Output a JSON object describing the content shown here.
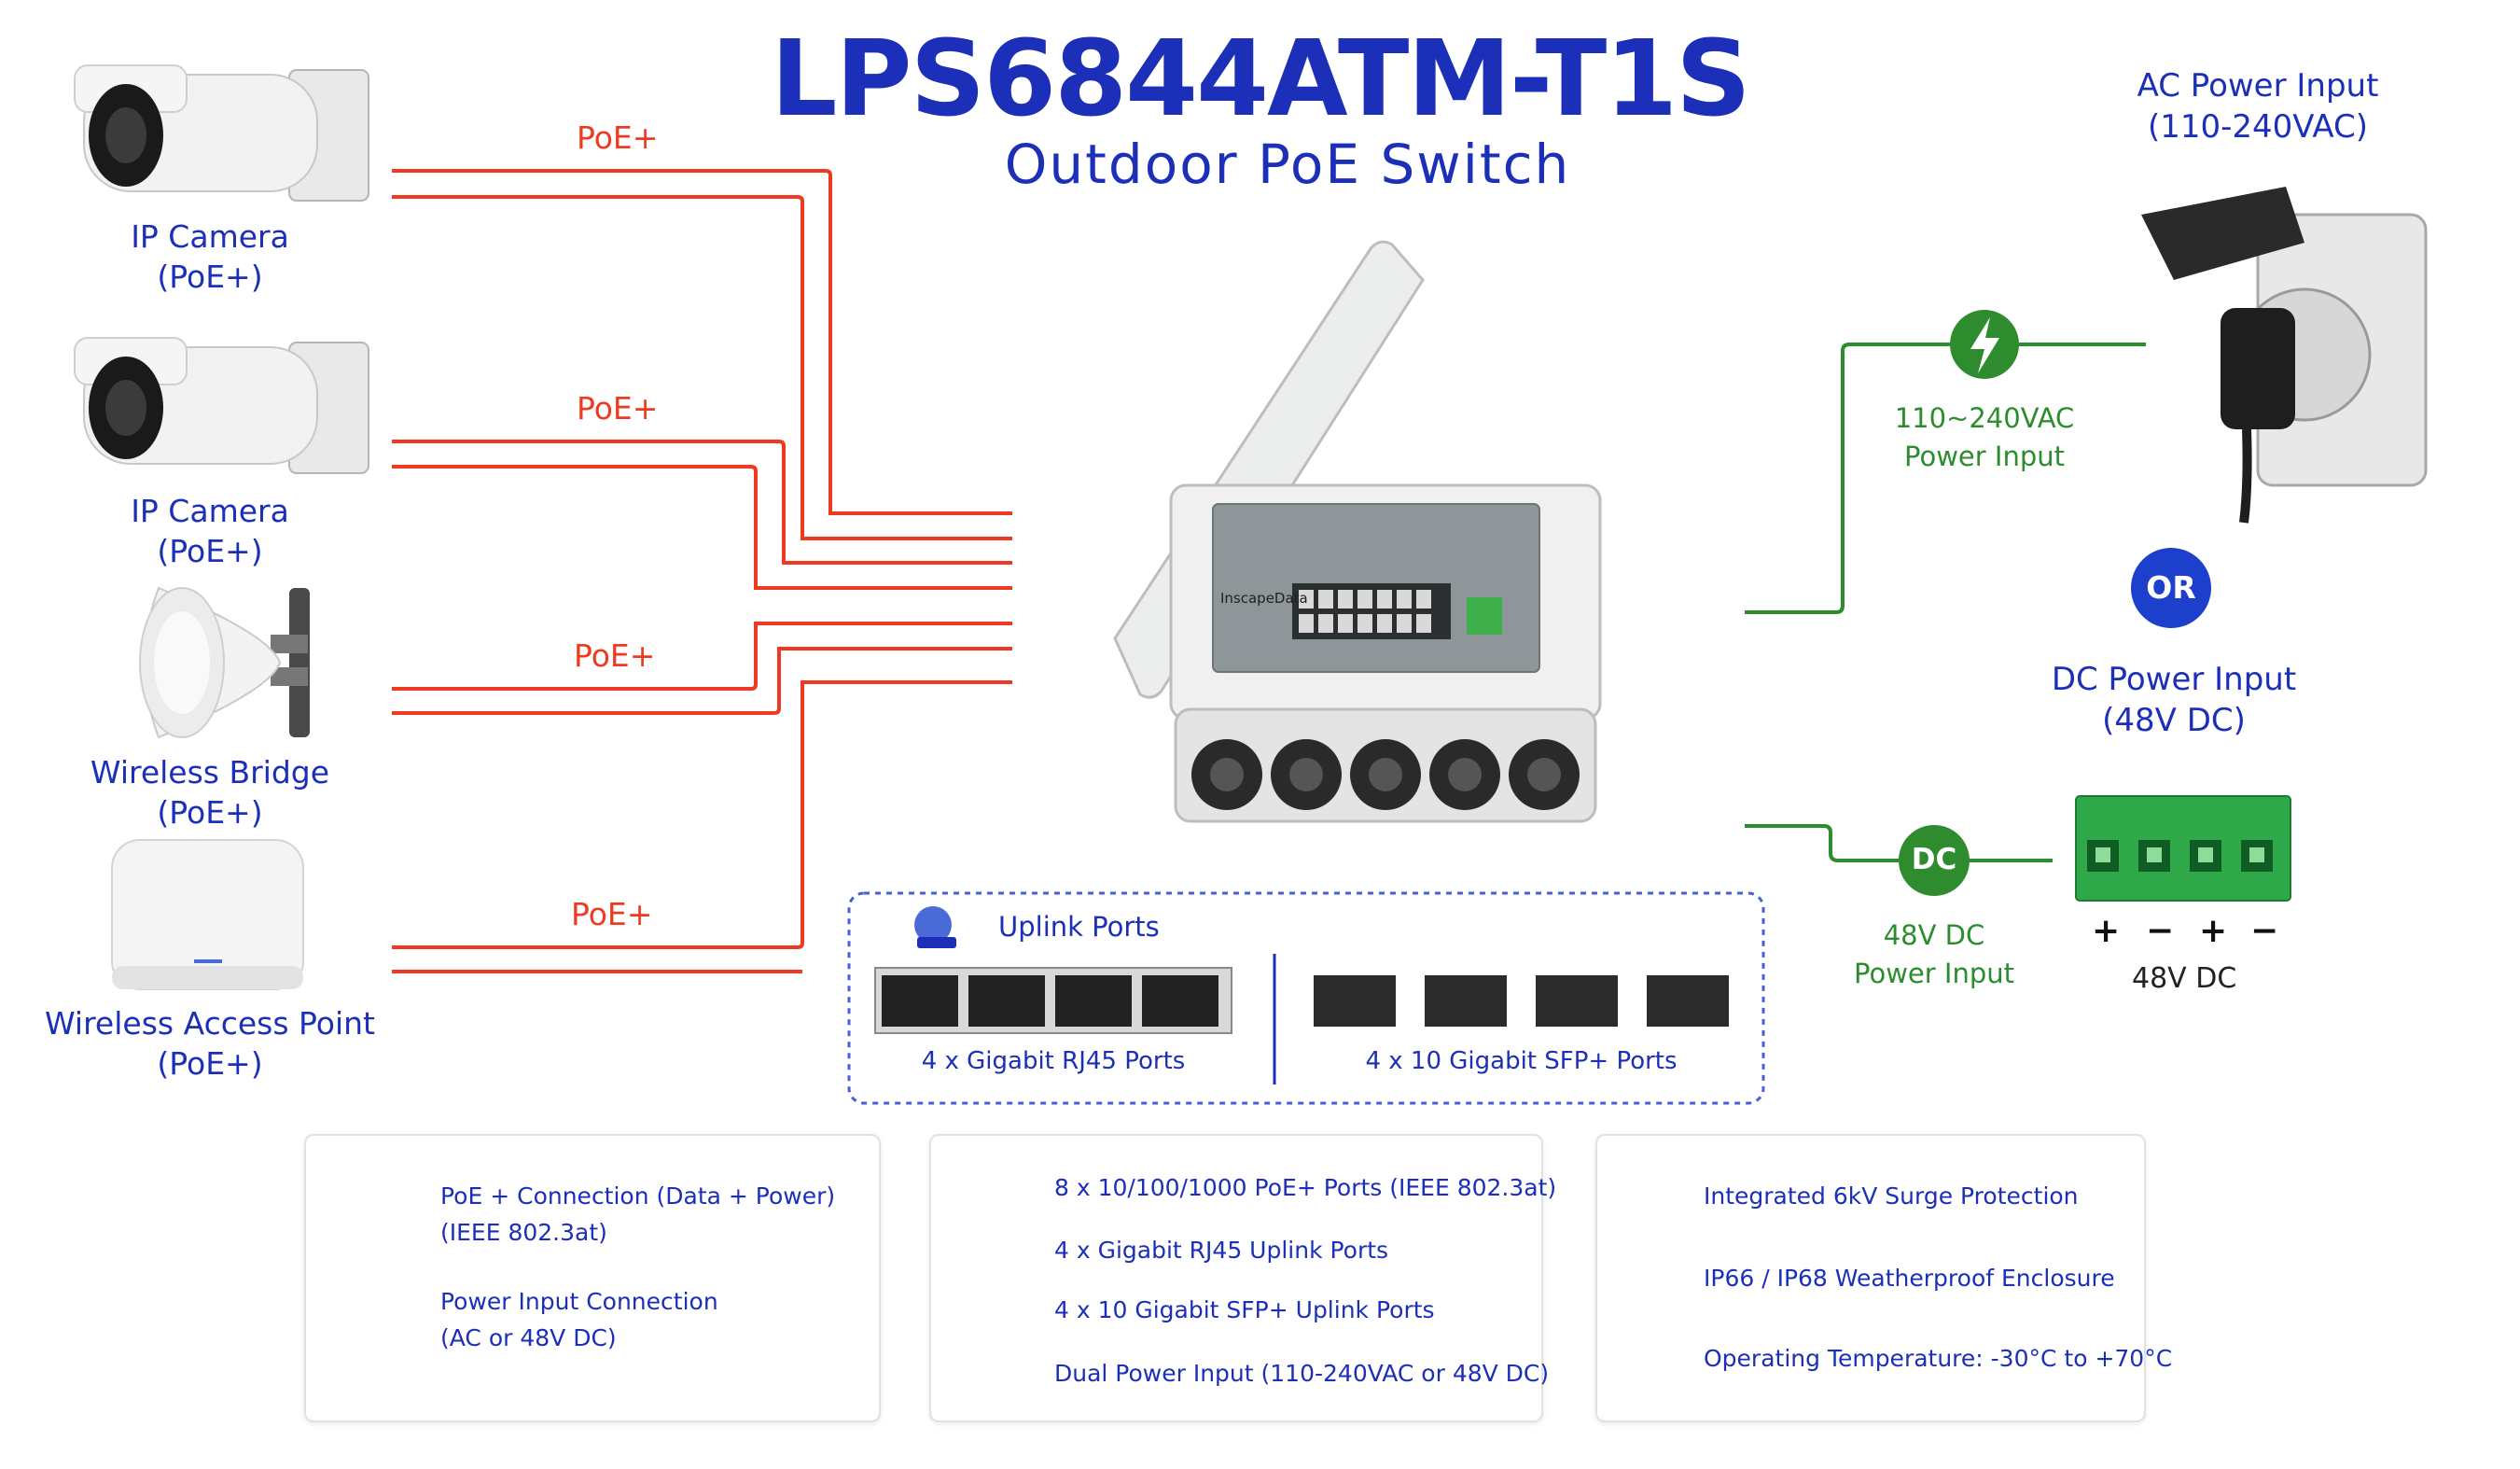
{
  "title": "LPS6844ATM-T1S",
  "subtitle": "Outdoor PoE Switch",
  "devices": [
    {
      "name": "IP Camera",
      "sub": "(PoE+)",
      "icon": "camera-icon"
    },
    {
      "name": "IP Camera",
      "sub": "(PoE+)",
      "icon": "camera-icon"
    },
    {
      "name": "Wireless Bridge",
      "sub": "(PoE+)",
      "icon": "wireless-bridge-icon"
    },
    {
      "name": "Wireless Access Point",
      "sub": "(PoE+)",
      "icon": "access-point-icon"
    }
  ],
  "poe_link_label": "PoE+",
  "switch_brand": "InscapeData",
  "ac": {
    "title_line1": "AC Power Input",
    "title_line2": "(110-240VAC)",
    "label_line1": "110~240VAC",
    "label_line2": "Power Input"
  },
  "or_label": "OR",
  "dc": {
    "title_line1": "DC Power Input",
    "title_line2": "(48V DC)",
    "badge": "DC",
    "label_line1": "48V DC",
    "label_line2": "Power Input",
    "polarity": [
      "+",
      "−",
      "+",
      "−"
    ],
    "terminal_label": "48V DC"
  },
  "uplink": {
    "title": "Uplink Ports",
    "rj45_label": "4 x Gigabit RJ45 Ports",
    "sfp_label": "4 x 10 Gigabit SFP+ Ports"
  },
  "legend": {
    "poe_line1": "PoE + Connection (Data + Power)",
    "poe_line2": "(IEEE 802.3at)",
    "power_line1": "Power Input Connection",
    "power_line2": "(AC or 48V DC)"
  },
  "features": [
    "8 x 10/100/1000 PoE+ Ports (IEEE 802.3at)",
    "4 x Gigabit RJ45 Uplink Ports",
    "4 x 10 Gigabit SFP+ Uplink Ports",
    "Dual Power Input (110-240VAC or 48V DC)"
  ],
  "protections": [
    "Integrated 6kV Surge Protection",
    "IP66 / IP68 Weatherproof Enclosure",
    "Operating Temperature: -30°C to +70°C"
  ],
  "colors": {
    "poe_line": "#ee3a20",
    "power_line": "#2c8d2e",
    "title_blue": "#1c2fb8",
    "badge_green": "#2e8b2e",
    "or_blue": "#1c3fcc"
  }
}
